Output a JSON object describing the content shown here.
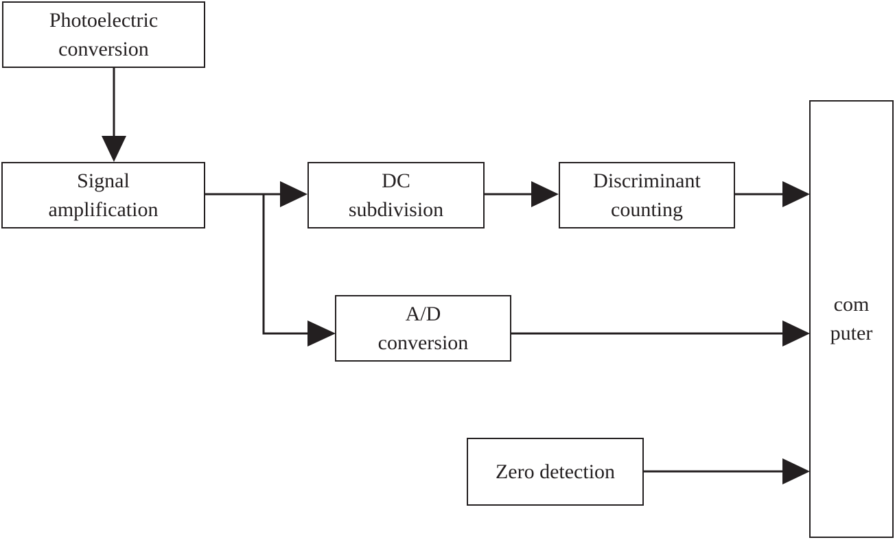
{
  "diagram": {
    "colors": {
      "stroke": "#231f20",
      "background": "#ffffff"
    },
    "blocks": {
      "photoelectric": {
        "line1": "Photoelectric",
        "line2": "conversion"
      },
      "signal": {
        "line1": "Signal",
        "line2": "amplification"
      },
      "dc": {
        "line1": "DC",
        "line2": "subdivision"
      },
      "discriminant": {
        "line1": "Discriminant",
        "line2": "counting"
      },
      "ad": {
        "line1": "A/D",
        "line2": "conversion"
      },
      "zero": {
        "line1": "Zero detection"
      },
      "computer": {
        "line1": "com",
        "line2": "puter"
      }
    },
    "connections": [
      {
        "from": "Photoelectric conversion",
        "to": "Signal amplification"
      },
      {
        "from": "Signal amplification",
        "to": "DC subdivision"
      },
      {
        "from": "Signal amplification",
        "to": "A/D conversion"
      },
      {
        "from": "DC subdivision",
        "to": "Discriminant counting"
      },
      {
        "from": "Discriminant counting",
        "to": "computer"
      },
      {
        "from": "A/D conversion",
        "to": "computer"
      },
      {
        "from": "Zero detection",
        "to": "computer"
      }
    ]
  }
}
